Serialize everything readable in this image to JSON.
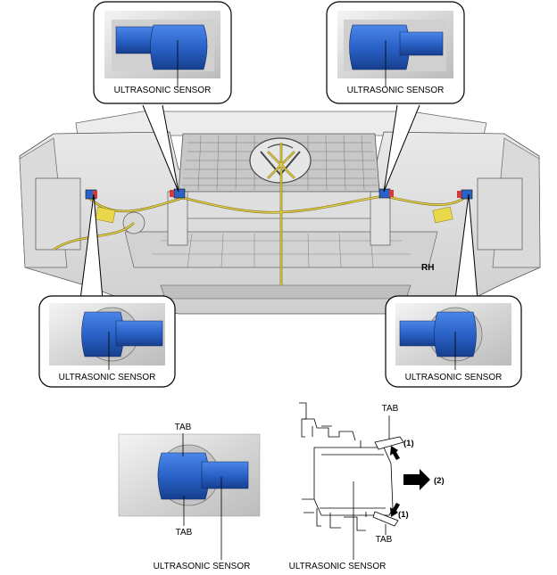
{
  "labels": {
    "top_left_callout": "ULTRASONIC SENSOR",
    "top_right_callout": "ULTRASONIC SENSOR",
    "bottom_left_callout": "ULTRASONIC SENSOR",
    "bottom_right_callout": "ULTRASONIC SENSOR",
    "detail_photo_tab_top": "TAB",
    "detail_photo_tab_bottom": "TAB",
    "detail_photo_sensor": "ULTRASONIC SENSOR",
    "detail_drawing_tab_top": "TAB",
    "detail_drawing_tab_bottom": "TAB",
    "detail_drawing_sensor": "ULTRASONIC SENSOR",
    "step_1_top": "(1)",
    "step_1_bottom": "(1)",
    "step_2": "(2)",
    "bumper_mark_rh": "RH"
  },
  "colors": {
    "sensor_blue": "#2a62c8",
    "harness_yellow": "#d8c94a",
    "tape_yellow": "#e8d84a",
    "connector_red": "#d43a3a"
  }
}
